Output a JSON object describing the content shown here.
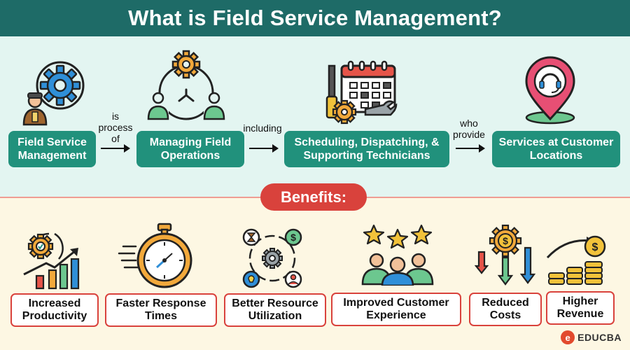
{
  "title": "What is Field Service Management?",
  "flow": {
    "steps": [
      {
        "label": "Field Service Management",
        "icon": "gear-technician-icon"
      },
      {
        "label": "Managing Field Operations",
        "icon": "gear-team-icon"
      },
      {
        "label": "Scheduling, Dispatching, & Supporting Technicians",
        "icon": "calendar-tools-icon"
      },
      {
        "label": "Services at Customer Locations",
        "icon": "location-headset-icon"
      }
    ],
    "connectors": [
      "is process of",
      "including",
      "who provide"
    ]
  },
  "benefits_label": "Benefits:",
  "benefits": [
    {
      "label": "Increased Productivity",
      "icon": "productivity-chart-icon"
    },
    {
      "label": "Faster Response Times",
      "icon": "stopwatch-icon"
    },
    {
      "label": "Better Resource Utilization",
      "icon": "resource-cycle-icon"
    },
    {
      "label": "Improved Customer Experience",
      "icon": "customers-stars-icon"
    },
    {
      "label": "Reduced Costs",
      "icon": "cost-down-icon"
    },
    {
      "label": "Higher Revenue",
      "icon": "revenue-coins-icon"
    }
  ],
  "logo": {
    "mark": "e",
    "text": "EDUCBA"
  },
  "colors": {
    "header": "#1e6b67",
    "flow_box": "#21917c",
    "accent": "#d9423c",
    "top_bg": "#e3f5f1",
    "bottom_bg": "#fdf7e3"
  }
}
